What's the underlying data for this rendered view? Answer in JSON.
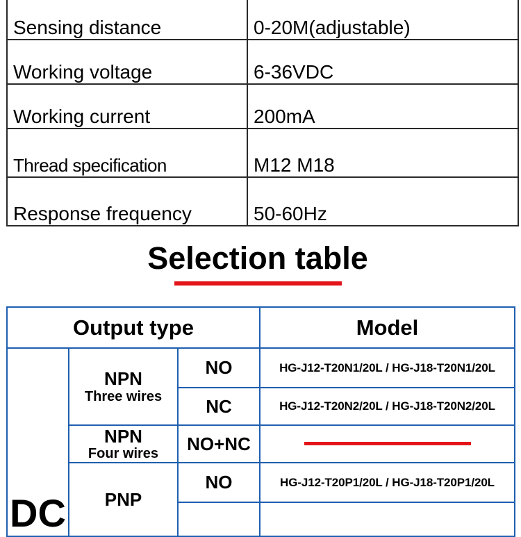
{
  "specs": [
    {
      "label": "Sensing distance",
      "value": "0-20M(adjustable)"
    },
    {
      "label": "Working voltage",
      "value": "6-36VDC"
    },
    {
      "label": "Working current",
      "value": "200mA"
    },
    {
      "label": "Thread specification",
      "value": "M12  M18"
    },
    {
      "label": "Response frequency",
      "value": "50-60Hz"
    }
  ],
  "selection": {
    "title": "Selection table",
    "accent_color": "#e3151a",
    "border_color": "#1e5fb0",
    "header": {
      "output_type": "Output type",
      "model": "Model"
    },
    "power": "DC",
    "groups": [
      {
        "type": "NPN",
        "wiring": "Three wires",
        "rows": [
          {
            "mode": "NO",
            "model": "HG-J12-T20N1/20L / HG-J18-T20N1/20L"
          },
          {
            "mode": "NC",
            "model": "HG-J12-T20N2/20L / HG-J18-T20N2/20L"
          }
        ]
      },
      {
        "type": "NPN",
        "wiring": "Four wires",
        "rows": [
          {
            "mode": "NO+NC",
            "model": ""
          }
        ]
      },
      {
        "type": "PNP",
        "wiring": "",
        "rows": [
          {
            "mode": "NO",
            "model": "HG-J12-T20P1/20L / HG-J18-T20P1/20L"
          }
        ]
      }
    ]
  }
}
